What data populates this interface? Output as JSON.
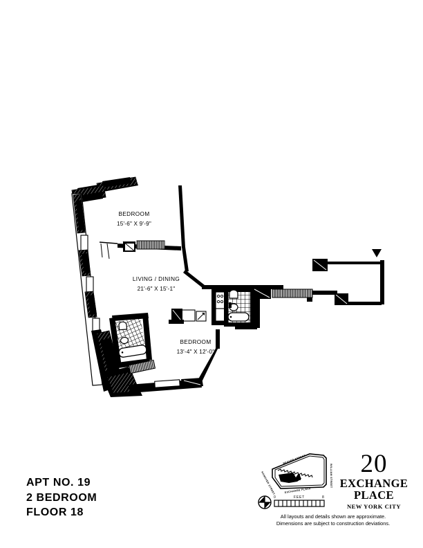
{
  "document": {
    "type": "apartment-floor-plan",
    "building": "20 Exchange Place"
  },
  "floorplan": {
    "rooms": [
      {
        "name": "bedroom-north",
        "label": "BEDROOM",
        "dimensions": "15'-6\" X 9'-9\""
      },
      {
        "name": "living-dining",
        "label": "LIVING / DINING",
        "dimensions": "21'-6\" X 15'-1\""
      },
      {
        "name": "bedroom-south",
        "label": "BEDROOM",
        "dimensions": "13'-4\" X 12'-0\""
      }
    ],
    "entry_marker": "entrance-arrow-triangle"
  },
  "apartment_info": {
    "apt_line": "APT NO. 19",
    "type_line": "2 BEDROOM",
    "floor_line": "FLOOR 18"
  },
  "keyplan": {
    "streets": {
      "top": "BEAVER STREET",
      "left": "HANOVER STREET",
      "right": "WILLIAM STREET",
      "bottom": "EXCHANGE PLACE"
    },
    "scale": {
      "min": "0",
      "max": "8",
      "unit": "FEET"
    },
    "compass": "north-arrow-icon"
  },
  "brand": {
    "number": "20",
    "line1": "EXCHANGE",
    "line2": "PLACE",
    "line3": "NEW YORK CITY"
  },
  "disclaimer": {
    "line1": "All layouts and details shown are approximate.",
    "line2": "Dimensions are subject to construction deviations."
  },
  "colors": {
    "ink": "#000000",
    "paper": "#ffffff"
  }
}
